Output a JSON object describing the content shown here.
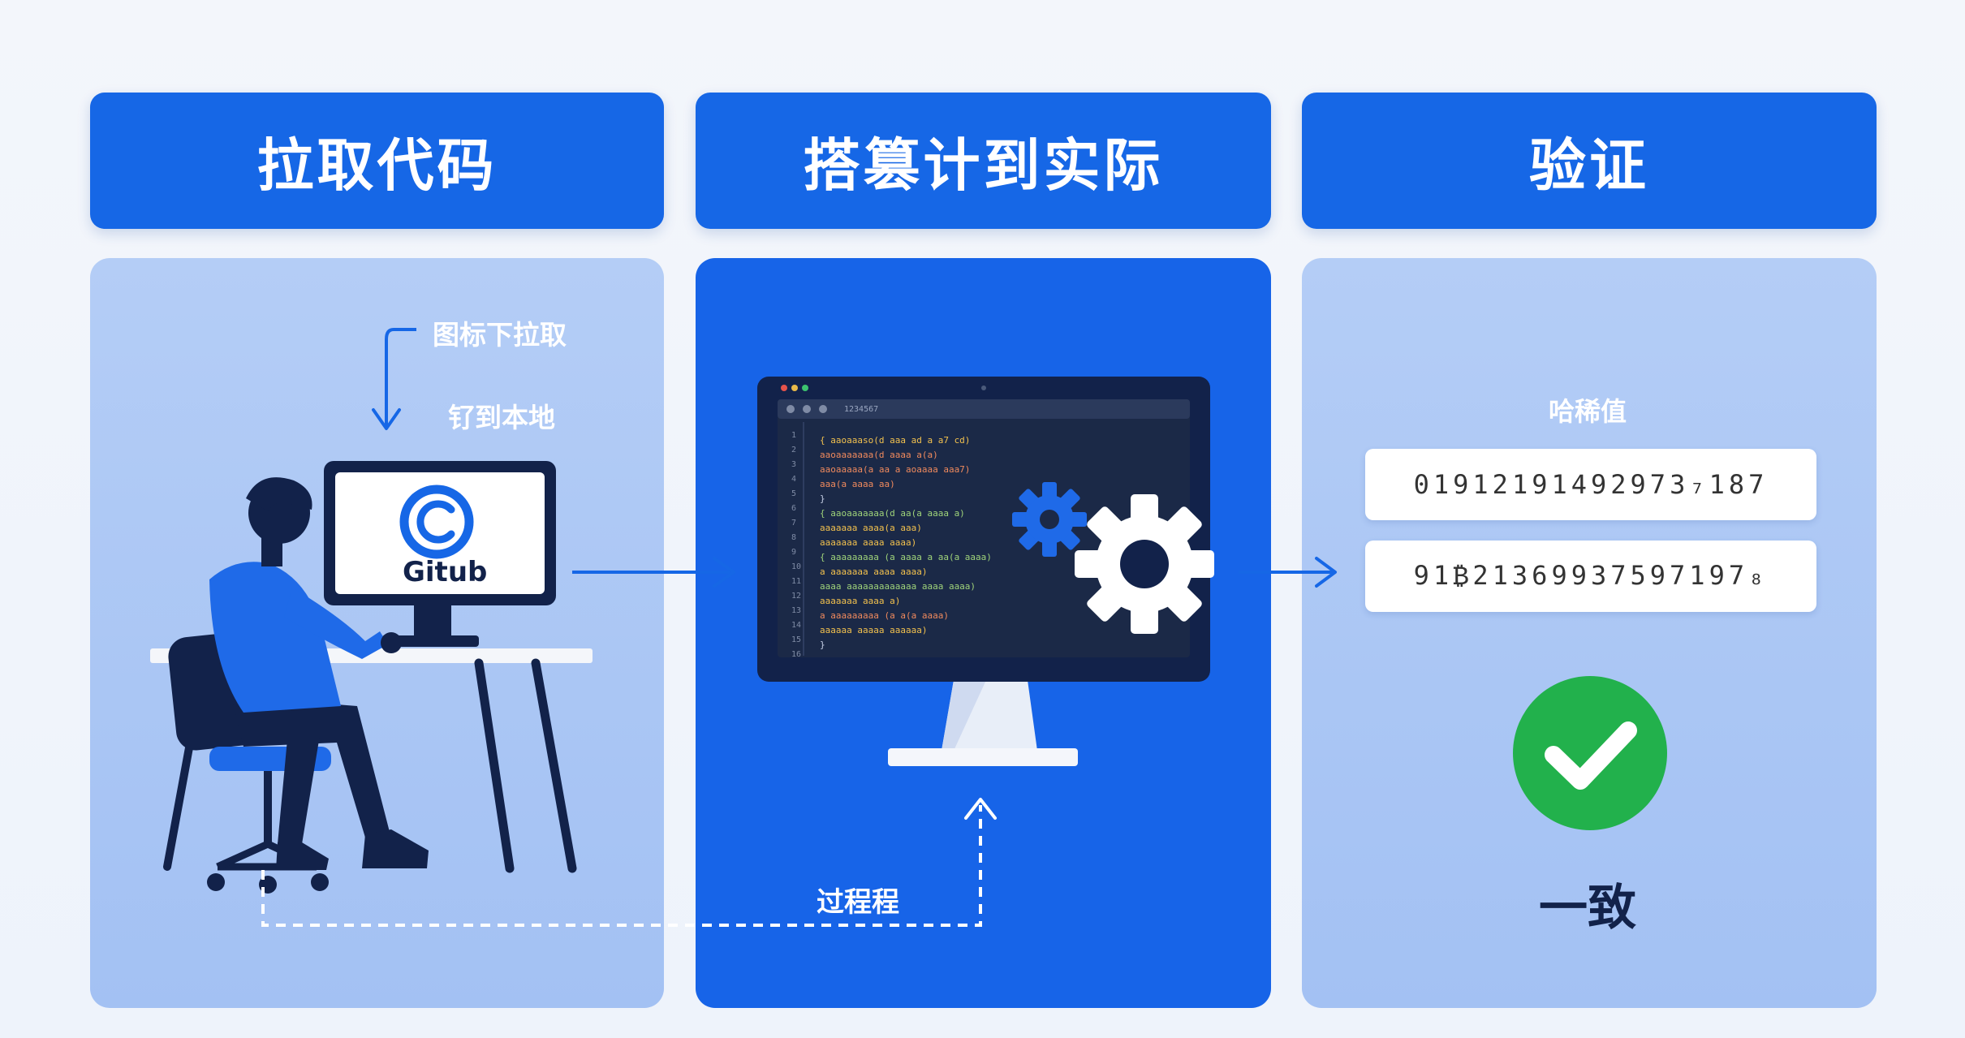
{
  "headers": {
    "pull": "拉取代码",
    "build": "搭篡计到实际",
    "verify": "验证"
  },
  "pull_panel": {
    "annotation_top": "图标下拉取",
    "annotation_bottom": "钌到本地",
    "monitor_label": "Gitub"
  },
  "build_panel": {
    "process_label": "过程程",
    "editor_tab": "1234567",
    "line_numbers": [
      "1",
      "2",
      "3",
      "4",
      "5",
      "6",
      "7",
      "8",
      "9",
      "10",
      "11",
      "12",
      "13",
      "14",
      "15",
      "16"
    ],
    "code_lines": [
      "{ aaoaaaso(d aaa ad a a7 cd)",
      "  aaoaaaaaaa(d aaaa a(a)",
      "  aaoaaaaa(a aa a aoaaaa aaa7)",
      "  aaa(a aaaa aa)",
      "}",
      "{ aaoaaaaaaa(d aa(a aaaa a)",
      "  aaaaaaa aaaa(a aaa)",
      "  aaaaaaa aaaa aaaa)",
      "{ aaaaaaaaa (a aaaa a aa(a aaaa)",
      "  a aaaaaaa aaaa aaaa)",
      "  aaaa aaaaaaaaaaaaa aaaa aaaa)",
      "  aaaaaaa aaaa a)",
      "  a aaaaaaaaa (a a(a aaaa)",
      "  aaaaaa aaaaa aaaaaa)",
      "}"
    ]
  },
  "verify_panel": {
    "hash_label": "哈稀值",
    "hash_1": "01912191492973₇187",
    "hash_2": "91₿21369937597197₈",
    "result": "一致"
  },
  "colors": {
    "primary": "#1667e6",
    "panel_light": "#a9c5f4",
    "success": "#22b14c",
    "navy": "#12224a"
  }
}
